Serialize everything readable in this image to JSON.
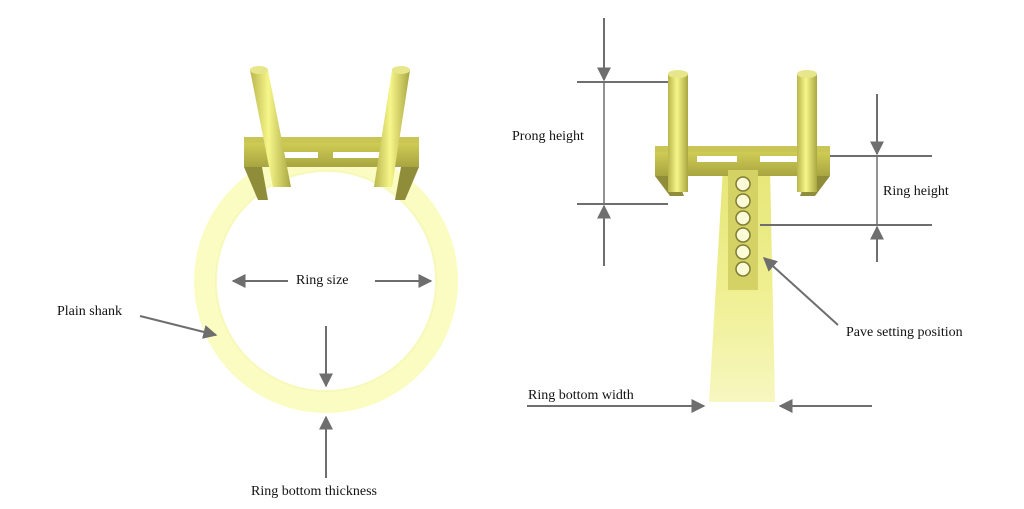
{
  "labels": {
    "ring_size": "Ring size",
    "plain_shank": "Plain shank",
    "ring_bottom_thickness": "Ring bottom thickness",
    "prong_height": "Prong height",
    "ring_height": "Ring height",
    "pave_setting_position": "Pave setting position",
    "ring_bottom_width": "Ring bottom width"
  },
  "colors": {
    "metal_light": "#fbfcc4",
    "metal_mid": "#eef070",
    "metal_dark": "#8c8a3a",
    "arrow": "#6e6e6e",
    "text": "#111111"
  }
}
